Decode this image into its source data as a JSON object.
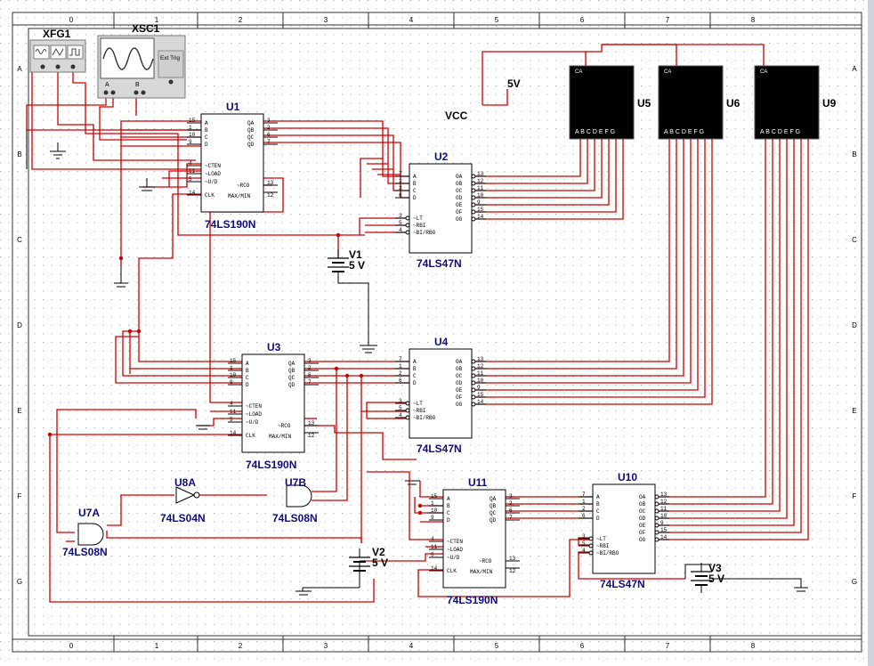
{
  "frame": {
    "col_labels": [
      "0",
      "1",
      "2",
      "3",
      "4",
      "5",
      "6",
      "7",
      "8"
    ],
    "row_labels": [
      "A",
      "B",
      "C",
      "D",
      "E",
      "F",
      "G"
    ]
  },
  "instruments": {
    "function_generator": {
      "ref": "XFG1"
    },
    "oscilloscope": {
      "ref": "XSC1",
      "trig_label": "Ext Trig",
      "ch_a": "A",
      "ch_b": "B"
    }
  },
  "counters": [
    {
      "ref": "U1",
      "part": "74LS190N",
      "inputs": [
        "A",
        "B",
        "C",
        "D"
      ],
      "in_pins": [
        "15",
        "1",
        "10",
        "9"
      ],
      "outputs": [
        "QA",
        "QB",
        "QC",
        "QD"
      ],
      "out_pins": [
        "3",
        "2",
        "6",
        "7"
      ],
      "ctrl": [
        "~CTEN",
        "~LOAD",
        "~U/D",
        "CLK"
      ],
      "ctrl_pins": [
        "4",
        "11",
        "5",
        "14"
      ],
      "rco": "~RCO",
      "rco_pin": "13",
      "maxmin": "MAX/MIN",
      "maxmin_pin": "12"
    },
    {
      "ref": "U3",
      "part": "74LS190N",
      "inputs": [
        "A",
        "B",
        "C",
        "D"
      ],
      "in_pins": [
        "15",
        "1",
        "10",
        "9"
      ],
      "outputs": [
        "QA",
        "QB",
        "QC",
        "QD"
      ],
      "out_pins": [
        "3",
        "2",
        "6",
        "7"
      ],
      "ctrl": [
        "~CTEN",
        "~LOAD",
        "~U/D",
        "CLK"
      ],
      "ctrl_pins": [
        "4",
        "11",
        "5",
        "14"
      ],
      "rco": "~RCO",
      "rco_pin": "13",
      "maxmin": "MAX/MIN",
      "maxmin_pin": "12"
    },
    {
      "ref": "U11",
      "part": "74LS190N",
      "inputs": [
        "A",
        "B",
        "C",
        "D"
      ],
      "in_pins": [
        "15",
        "1",
        "10",
        "9"
      ],
      "outputs": [
        "QA",
        "QB",
        "QC",
        "QD"
      ],
      "out_pins": [
        "3",
        "2",
        "6",
        "7"
      ],
      "ctrl": [
        "~CTEN",
        "~LOAD",
        "~U/D",
        "CLK"
      ],
      "ctrl_pins": [
        "4",
        "11",
        "5",
        "14"
      ],
      "rco": "~RCO",
      "rco_pin": "13",
      "maxmin": "MAX/MIN",
      "maxmin_pin": "12"
    }
  ],
  "decoders": [
    {
      "ref": "U2",
      "part": "74LS47N",
      "in_pins": [
        "7",
        "1",
        "2",
        "6"
      ],
      "inputs": [
        "A",
        "B",
        "C",
        "D"
      ],
      "ctrl": [
        "~LT",
        "~RBI",
        "~BI/RBO"
      ],
      "ctrl_pins": [
        "3",
        "5",
        "4"
      ],
      "outputs": [
        "OA",
        "OB",
        "OC",
        "OD",
        "OE",
        "OF",
        "OG"
      ],
      "out_pins": [
        "13",
        "12",
        "11",
        "10",
        "9",
        "15",
        "14"
      ]
    },
    {
      "ref": "U4",
      "part": "74LS47N",
      "in_pins": [
        "7",
        "1",
        "2",
        "6"
      ],
      "inputs": [
        "A",
        "B",
        "C",
        "D"
      ],
      "ctrl": [
        "~LT",
        "~RBI",
        "~BI/RBO"
      ],
      "ctrl_pins": [
        "3",
        "5",
        "4"
      ],
      "outputs": [
        "OA",
        "OB",
        "OC",
        "OD",
        "OE",
        "OF",
        "OG"
      ],
      "out_pins": [
        "13",
        "12",
        "11",
        "10",
        "9",
        "15",
        "14"
      ]
    },
    {
      "ref": "U10",
      "part": "74LS47N",
      "in_pins": [
        "7",
        "1",
        "2",
        "6"
      ],
      "inputs": [
        "A",
        "B",
        "C",
        "D"
      ],
      "ctrl": [
        "~LT",
        "~RBI",
        "~BI/RBO"
      ],
      "ctrl_pins": [
        "3",
        "5",
        "4"
      ],
      "outputs": [
        "OA",
        "OB",
        "OC",
        "OD",
        "OE",
        "OF",
        "OG"
      ],
      "out_pins": [
        "13",
        "12",
        "11",
        "10",
        "9",
        "15",
        "14"
      ]
    }
  ],
  "displays": [
    {
      "ref": "U5",
      "ca": "CA",
      "segs": "A B C D E F G"
    },
    {
      "ref": "U6",
      "ca": "CA",
      "segs": "A B C D E F G"
    },
    {
      "ref": "U9",
      "ca": "CA",
      "segs": "A B C D E F G"
    }
  ],
  "supplies": [
    {
      "ref": "V1",
      "value": "5 V"
    },
    {
      "ref": "V2",
      "value": "5 V"
    },
    {
      "ref": "V3",
      "value": "5 V"
    }
  ],
  "vcc": {
    "value": "5V",
    "label": "VCC"
  },
  "gates": [
    {
      "ref": "U8A",
      "part": "74LS04N"
    },
    {
      "ref": "U7B",
      "part": "74LS08N"
    },
    {
      "ref": "U7A",
      "part": "74LS08N"
    }
  ]
}
